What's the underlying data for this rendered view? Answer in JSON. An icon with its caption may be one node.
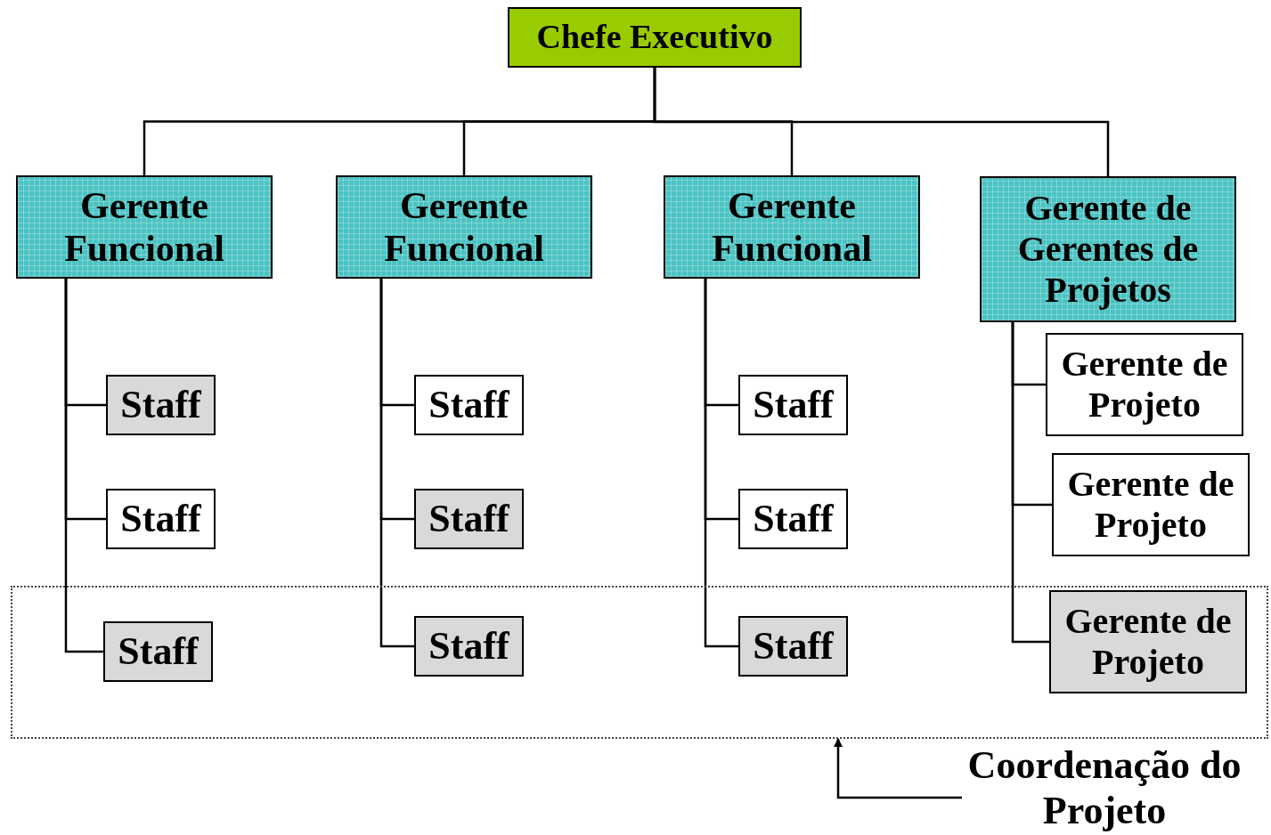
{
  "diagram": {
    "nodes": [
      {
        "text": [
          "Chefe Executivo"
        ]
      },
      {
        "text": [
          "Gerente Funcional"
        ]
      },
      {
        "text": [
          "Gerente Funcional"
        ]
      },
      {
        "text": [
          "Gerente Funcional"
        ]
      },
      {
        "text": [
          "Gerente de Gerentes de Projetos"
        ]
      },
      {
        "text": [
          "Staff"
        ]
      },
      {
        "text": [
          "Staff"
        ]
      },
      {
        "text": [
          "Staff"
        ]
      },
      {
        "text": [
          "Staff"
        ]
      },
      {
        "text": [
          "Staff"
        ]
      },
      {
        "text": [
          "Staff"
        ]
      },
      {
        "text": [
          "Gerente de Projeto"
        ]
      },
      {
        "text": [
          "Gerente de Projeto"
        ]
      },
      {
        "text": [],
        "shape": "box"
      },
      {
        "text": [
          "Staff"
        ],
        "in": 13
      },
      {
        "text": [
          "Staff"
        ],
        "in": 13
      },
      {
        "text": [
          "Staff"
        ],
        "in": 13
      },
      {
        "text": [
          "Gerente de Projeto"
        ],
        "in": 13
      },
      {
        "text": [
          "Coordenação do Projeto"
        ]
      }
    ],
    "edges": [
      {
        "from": 0,
        "to": 1,
        "arrow": "none"
      },
      {
        "from": 0,
        "to": 2,
        "arrow": "none"
      },
      {
        "from": 0,
        "to": 3,
        "arrow": "none"
      },
      {
        "from": 0,
        "to": 4,
        "arrow": "none"
      },
      {
        "from": 1,
        "to": 5,
        "arrow": "none"
      },
      {
        "from": 1,
        "to": 6,
        "arrow": "none"
      },
      {
        "from": 1,
        "to": 14,
        "arrow": "none"
      },
      {
        "from": 2,
        "to": 7,
        "arrow": "none"
      },
      {
        "from": 2,
        "to": 8,
        "arrow": "none"
      },
      {
        "from": 2,
        "to": 15,
        "arrow": "none"
      },
      {
        "from": 3,
        "to": 9,
        "arrow": "none"
      },
      {
        "from": 3,
        "to": 10,
        "arrow": "none"
      },
      {
        "from": 3,
        "to": 16,
        "arrow": "none"
      },
      {
        "from": 4,
        "to": 11,
        "arrow": "none"
      },
      {
        "from": 4,
        "to": 12,
        "arrow": "none"
      },
      {
        "from": 4,
        "to": 17,
        "arrow": "none"
      },
      {
        "from": 18,
        "to": 13,
        "arrow": "to"
      }
    ]
  }
}
